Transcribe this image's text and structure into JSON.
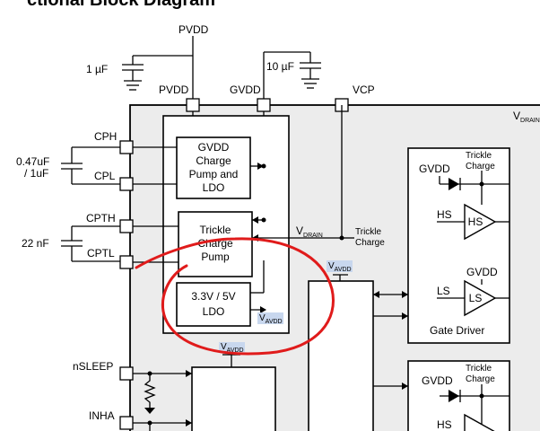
{
  "title": "ctional Block Diagram",
  "labels": {
    "pvdd_top": "PVDD",
    "cap_1uf": "1 µF",
    "cap_10uf": "10 µF",
    "pvdd_pin": "PVDD",
    "gvdd_pin": "GVDD",
    "vcp_pin": "VCP",
    "vdrain_corner_main": "V",
    "vdrain_corner_sub": "DRAIN",
    "cph": "CPH",
    "cpl": "CPL",
    "cap_047": "0.47uF",
    "cap_1uf_alt": "/ 1uF",
    "cpth": "CPTH",
    "cptl": "CPTL",
    "cap_22nf": "22 nF",
    "nsleep": "nSLEEP",
    "inha": "INHA"
  },
  "blocks": {
    "gvdd_cp": [
      "GVDD",
      "Charge",
      "Pump and",
      "LDO"
    ],
    "trickle_cp": [
      "Trickle",
      "Charge",
      "Pump"
    ],
    "ldo": [
      "3.3V / 5V",
      "LDO"
    ],
    "vavdd_main": "V",
    "vavdd_sub": "AVDD",
    "vdrain_main": "V",
    "vdrain_sub": "DRAIN",
    "trickle_charge_out": [
      "Trickle",
      "Charge"
    ]
  },
  "gate_driver": {
    "gvdd": "GVDD",
    "trickle_charge": [
      "Trickle",
      "Charge"
    ],
    "hs": "HS",
    "hs_amp": "HS",
    "gvdd2": "GVDD",
    "ls": "LS",
    "ls_amp": "LS",
    "label": "Gate Driver"
  },
  "gate_driver_b": {
    "gvdd": "GVDD",
    "trickle_charge": [
      "Trickle",
      "Charge"
    ],
    "hs": "HS"
  },
  "annotation": {
    "color": "#e01b1b"
  }
}
